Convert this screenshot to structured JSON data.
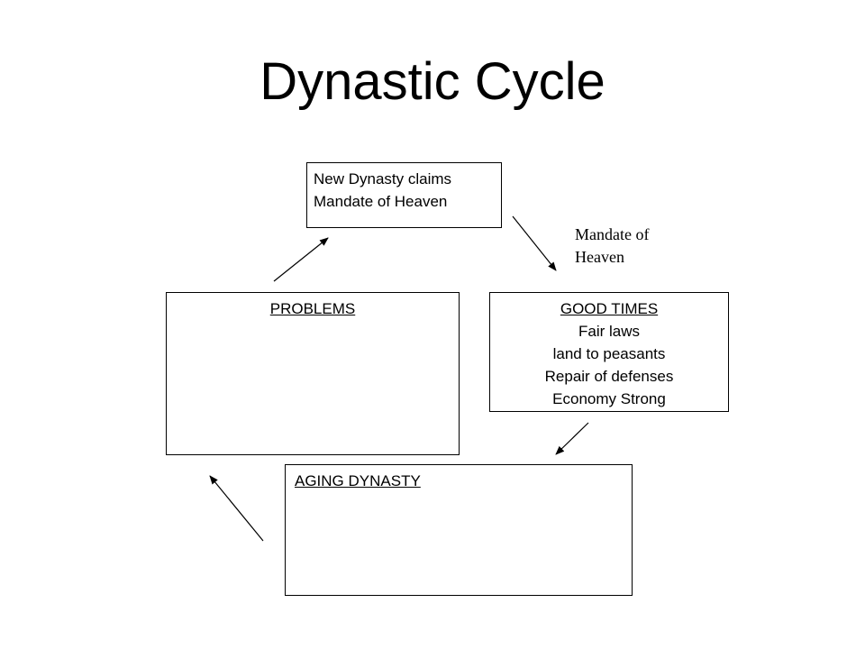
{
  "title": "Dynastic Cycle",
  "boxes": {
    "new_dynasty": {
      "lines": [
        "New Dynasty claims",
        "Mandate of Heaven"
      ]
    },
    "problems": {
      "heading": "PROBLEMS"
    },
    "good_times": {
      "heading": "GOOD TIMES",
      "lines": [
        "Fair laws",
        "land to peasants",
        "Repair of defenses",
        "Economy Strong"
      ]
    },
    "aging": {
      "heading": "AGING DYNASTY"
    }
  },
  "arrow_label": {
    "lines": [
      "Mandate of",
      "Heaven"
    ]
  }
}
